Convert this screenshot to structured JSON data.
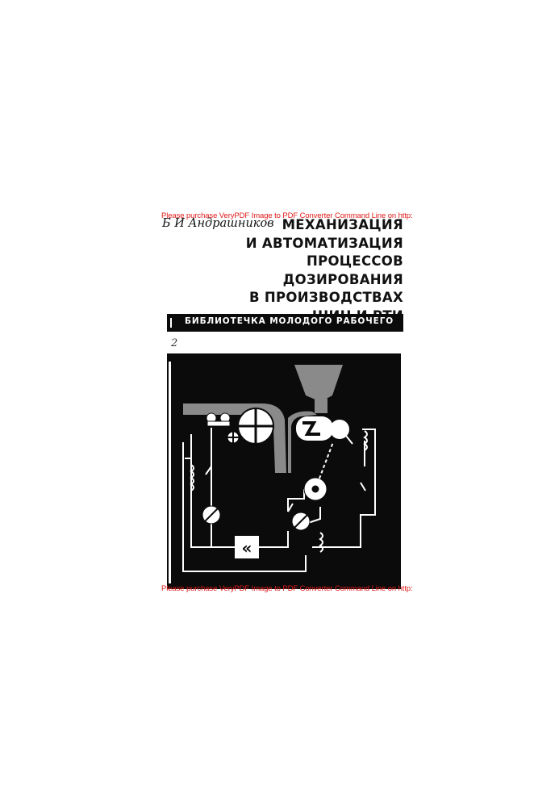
{
  "watermark": {
    "top": "Please purchase VeryPDF Image to PDF Converter Command Line on http:",
    "bottom": "Please purchase VeryPDF Image to PDF Converter Command Line on http:"
  },
  "book": {
    "author": "Б И Андрашников",
    "title_lines": [
      "МЕХАНИЗАЦИЯ",
      "И АВТОМАТИЗАЦИЯ",
      "ПРОЦЕССОВ",
      "ДОЗИРОВАНИЯ",
      "В ПРОИЗВОДСТВАХ",
      "ШИН И РТИ"
    ],
    "series": "БИБЛИОТЕЧКА МОЛОДОГО РАБОЧЕГО",
    "handwritten_mark": "2",
    "diagram_symbol": "«"
  },
  "colors": {
    "ink": "#0b0b0b",
    "watermark": "#e01a1a",
    "paper": "#ffffff"
  }
}
